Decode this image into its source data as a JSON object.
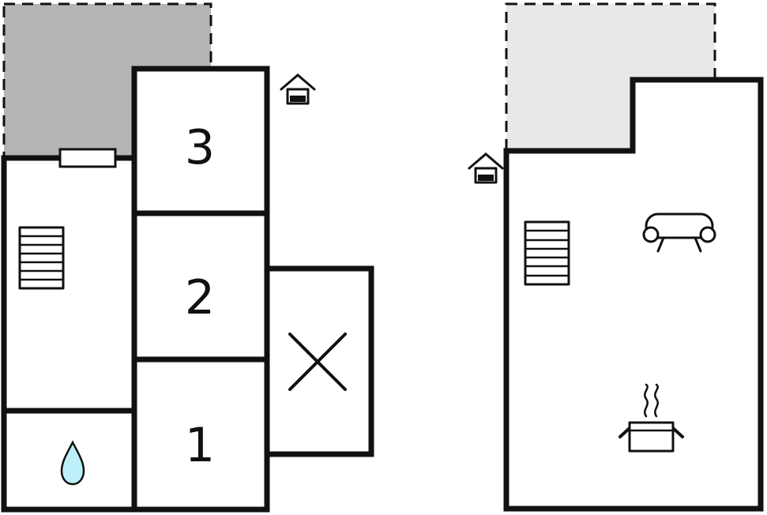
{
  "colors": {
    "wall": "#111111",
    "room_fill": "#ffffff",
    "terrace_left_fill": "#b5b5b5",
    "terrace_right_fill": "#e8e8e8",
    "water_drop_fill": "#bdeff8",
    "background": "#ffffff"
  },
  "left_plan": {
    "rooms": [
      {
        "label": "3"
      },
      {
        "label": "2"
      },
      {
        "label": "1"
      }
    ],
    "icons": {
      "entrance": "house-entrance-icon",
      "stairs": "staircase-icon",
      "bathroom": "water-drop-icon",
      "utility": "x-mark-icon",
      "door": "door-opening"
    }
  },
  "right_plan": {
    "icons": {
      "entrance": "house-entrance-icon",
      "stairs": "staircase-icon",
      "living_room": "sofa-icon",
      "kitchen": "cooking-pot-icon"
    }
  }
}
